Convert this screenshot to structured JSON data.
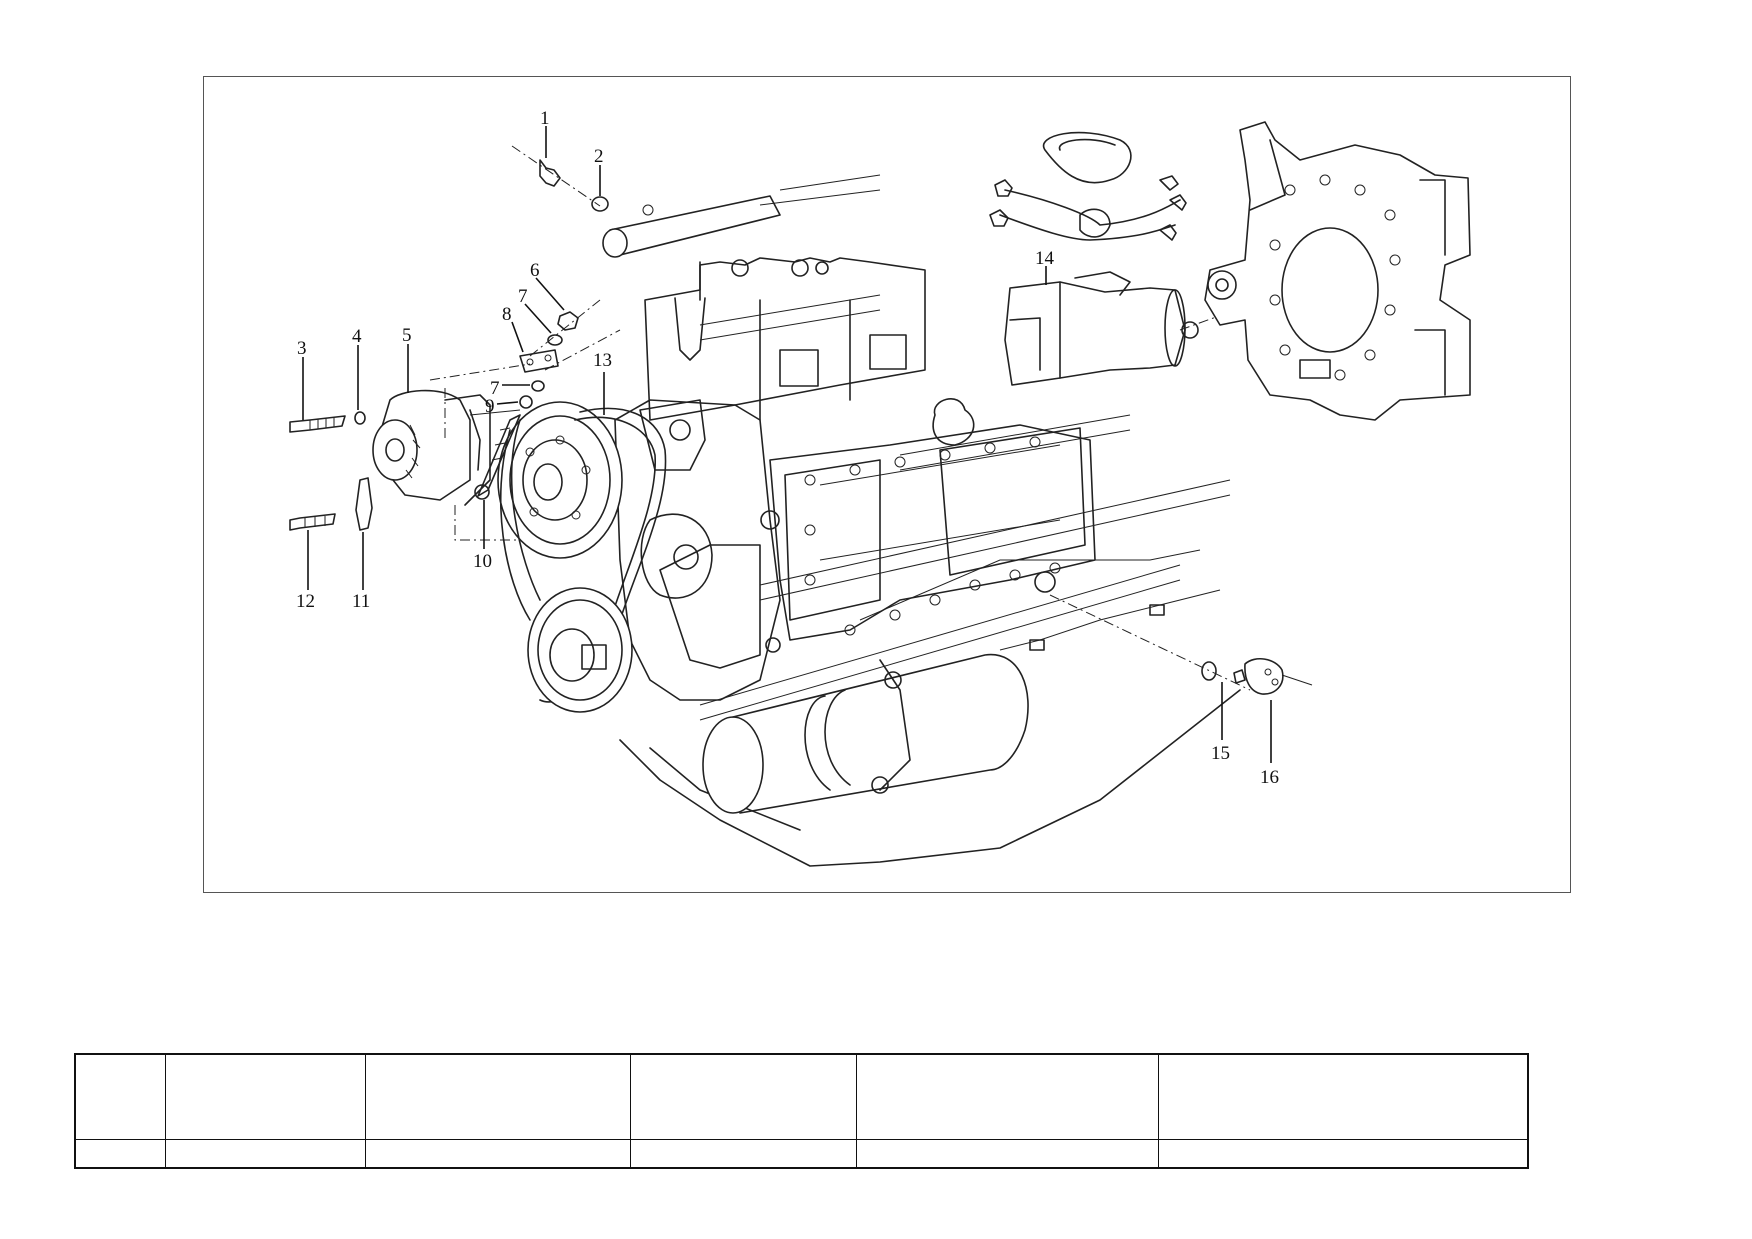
{
  "diagram": {
    "callouts": [
      "1",
      "2",
      "3",
      "4",
      "5",
      "6",
      "7",
      "7",
      "8",
      "9",
      "10",
      "11",
      "12",
      "13",
      "14",
      "15",
      "16"
    ]
  },
  "table": {
    "columns": 6,
    "header_cells": [
      "",
      "",
      "",
      "",
      "",
      ""
    ],
    "rows": [
      [
        "",
        "",
        "",
        "",
        "",
        ""
      ]
    ]
  }
}
